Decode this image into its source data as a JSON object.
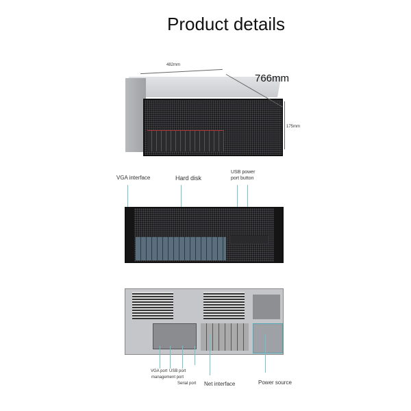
{
  "title": "Product details",
  "dimensions": {
    "width": "482mm",
    "depth": "766mm",
    "height": "175mm"
  },
  "front_labels": {
    "vga": "VGA interface",
    "hdd": "Hard disk",
    "usb_line1": "USB power",
    "usb_line2": "port button"
  },
  "rear_labels": {
    "vga_port": "VGA port",
    "usb_port": "USB port",
    "mgmt_port": "management port",
    "serial_port": "Serial port",
    "net": "Net interface",
    "power": "Power source"
  },
  "colors": {
    "callout_line": "#6fc3cf",
    "chassis": "#1d1d1f"
  }
}
